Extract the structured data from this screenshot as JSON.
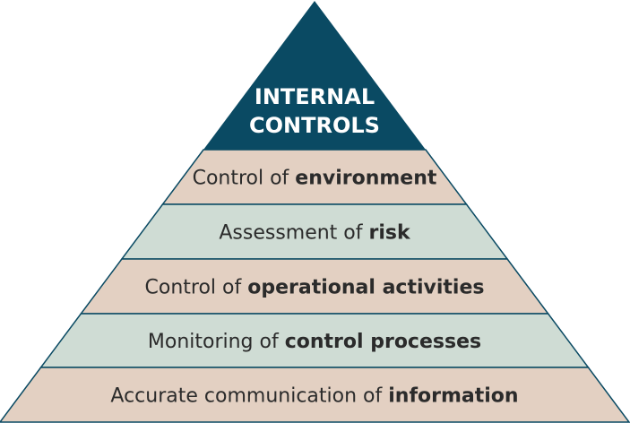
{
  "apex": {
    "line1": "INTERNAL",
    "line2": "CONTROLS",
    "color": "#0a4a63"
  },
  "tiers": [
    {
      "normal": "Control of ",
      "bold": "environment",
      "color": "#e3d0c2"
    },
    {
      "normal": "Assessment of ",
      "bold": "risk",
      "color": "#cfdcd4"
    },
    {
      "normal": "Control of ",
      "bold": "operational activities",
      "color": "#e3d0c2"
    },
    {
      "normal": "Monitoring of ",
      "bold": "control processes",
      "color": "#cfdcd4"
    },
    {
      "normal": "Accurate communication of ",
      "bold": "information",
      "color": "#e3d0c2"
    }
  ],
  "outline_color": "#0a4a63"
}
